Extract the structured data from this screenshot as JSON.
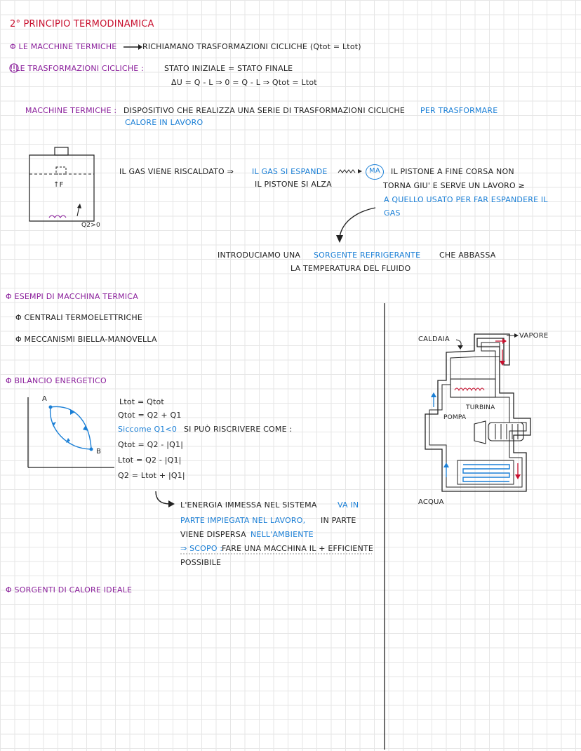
{
  "page": {
    "title": "2° PRINCIPIO TERMODINAMICA",
    "line1_prefix": "Φ LE MACCHINE TERMICHE",
    "line1_rest": "RICHIAMANO TRASFORMAZIONI CICLICHE (Qtot = Ltot)",
    "line2_prefix": "! LE TRASFORMAZIONI CICLICHE :",
    "line2_rest": "STATO INIZIALE = STATO FINALE",
    "line3": "ΔU = Q - L ⇒ 0 = Q - L ⇒ Qtot = Ltot",
    "def_label": "MACCHINE TERMICHE :",
    "def_text": "DISPOSITIVO CHE REALIZZA UNA SERIE DI TRASFORMAZIONI CICLICHE",
    "def_blue1": "PER TRASFORMARE",
    "def_blue2": "CALORE IN LAVORO",
    "piston_f": "↑F",
    "piston_q": "Q2>0",
    "gas_text1": "IL GAS VIENE RISCALDATO ⇒",
    "gas_blue1": "IL GAS SI ESPANDE",
    "gas_text2": "IL PISTONE SI ALZA",
    "ma_label": "MA",
    "ma_text1": "IL PISTONE A FINE CORSA NON",
    "ma_text2": "TORNA GIU' E SERVE UN LAVORO ≥",
    "ma_blue1": "A QUELLO USATO PER FAR ESPANDERE IL",
    "ma_blue2": "GAS",
    "intro_text1": "INTRODUCIAMO UNA",
    "intro_blue": "SORGENTE REFRIGERANTE",
    "intro_text2": "CHE ABBASSA",
    "intro_text3": "LA TEMPERATURA DEL FLUIDO",
    "examples_title": "Φ ESEMPI DI MACCHINA TERMICA",
    "example1": "Φ CENTRALI TERMOELETTRICHE",
    "example2": "Φ MECCANISMI BIELLA-MANOVELLA",
    "bilancio_title": "Φ BILANCIO ENERGETICO",
    "graph_a": "A",
    "graph_b": "B",
    "eq1": "Ltot = Qtot",
    "eq2": "Qtot = Q2 + Q1",
    "eq3_blue": "Siccome Q1<0",
    "eq3_rest": "SI PUÒ RISCRIVERE COME :",
    "eq4": "Qtot = Q2 - |Q1|",
    "eq5": "Ltot = Q2 - |Q1|",
    "eq6": "Q2 = Ltot + |Q1|",
    "energy_text1": "L'ENERGIA IMMESSA NEL SISTEMA",
    "energy_blue1": "VA IN",
    "energy_blue2": "PARTE IMPIEGATA NEL LAVORO,",
    "energy_text2": "IN PARTE",
    "energy_text3": "VIENE DISPERSA",
    "energy_blue3": "NELL'AMBIENTE",
    "scope_blue": "⇒ SCOPO :",
    "scope_text": "FARE UNA MACCHINA IL + EFFICIENTE",
    "scope_text2": "POSSIBILE",
    "sources_title": "Φ SORGENTI DI CALORE IDEALE",
    "diag_caldaia": "CALDAIA",
    "diag_vapore": "VAPORE",
    "diag_turbina": "TURBINA",
    "diag_pompa": "POMPA",
    "diag_acqua": "ACQUA"
  },
  "colors": {
    "red": "#c8102e",
    "purple": "#8a1e9b",
    "blue": "#1a7fd6",
    "ink": "#222222"
  }
}
